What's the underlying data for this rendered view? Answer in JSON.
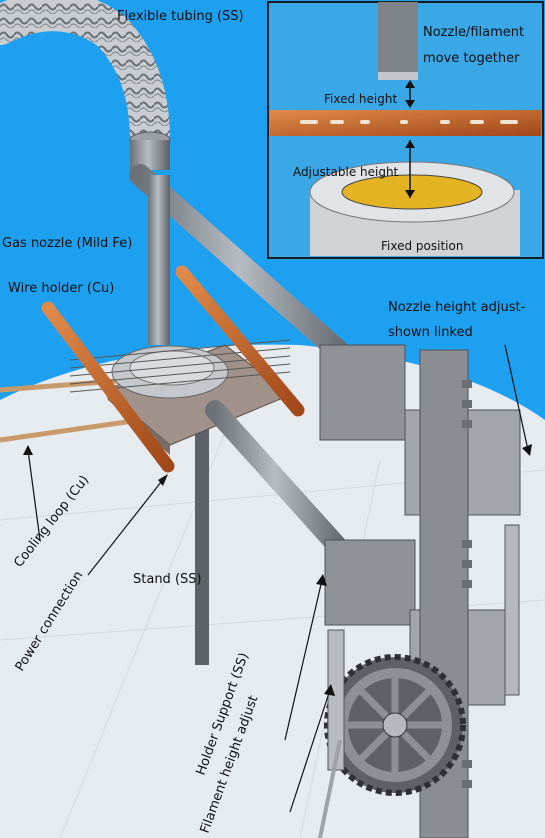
{
  "labels": {
    "flexible_tubing": "Flexible tubing (SS)",
    "gas_nozzle": "Gas nozzle (Mild Fe)",
    "wire_holder": "Wire holder (Cu)",
    "nozzle_adjust_line1": "Nozzle height adjust-",
    "nozzle_adjust_line2": "shown linked",
    "cooling_loop": "Cooling loop (Cu)",
    "power_connection": "Power connection",
    "stand": "Stand (SS)",
    "holder_support": "Holder Support (SS)",
    "filament_adjust": "Filament height adjust"
  },
  "inset": {
    "nozzle_line1": "Nozzle/filament",
    "nozzle_line2": "move together",
    "fixed_height": "Fixed height",
    "adjustable_height": "Adjustable height",
    "fixed_position": "Fixed position"
  },
  "colors": {
    "sky": "#1ea0f0",
    "floor": "#e8edf2",
    "copper": "#c8642a",
    "steel": "#8a8f96",
    "wood": "#c89a6a"
  }
}
